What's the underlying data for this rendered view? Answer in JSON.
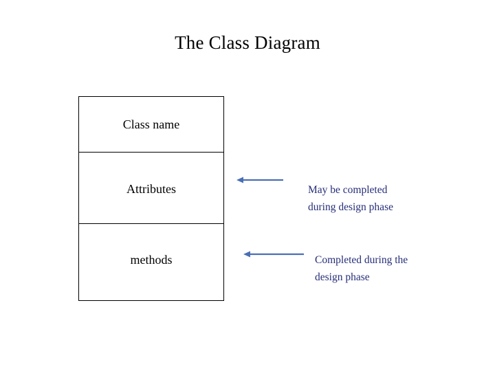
{
  "slide": {
    "title": "The Class Diagram",
    "background_color": "#FFFFFF"
  },
  "class_box": {
    "border_color": "#000000",
    "fill_color": "#FFFFFF",
    "compartments": [
      {
        "name": "class-name",
        "label": "Class name"
      },
      {
        "name": "attributes",
        "label": "Attributes"
      },
      {
        "name": "methods",
        "label": "methods"
      }
    ]
  },
  "annotations": [
    {
      "name": "attributes-note",
      "text": "May be completed\nduring design phase",
      "text_color": "#262E78",
      "arrow_color": "#4A6FB5",
      "points_to": "Attributes"
    },
    {
      "name": "methods-note",
      "text": "Completed during the\ndesign phase",
      "text_color": "#262E78",
      "arrow_color": "#4A6FB5",
      "points_to": "methods"
    }
  ]
}
